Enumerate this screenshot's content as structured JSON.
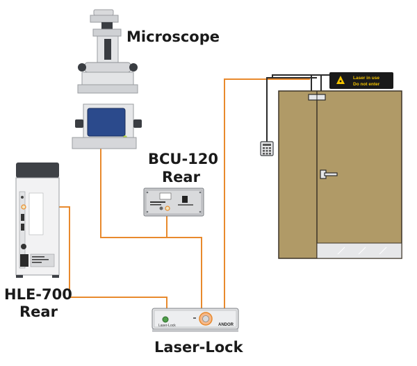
{
  "labels": {
    "microscope": "Microscope",
    "bcu_line1": "BCU-120",
    "bcu_line2": "Rear",
    "hle_line1": "HLE-700",
    "hle_line2": "Rear",
    "laser_lock": "Laser-Lock"
  },
  "sign": {
    "line1": "Laser in use",
    "line2": "Do not enter"
  },
  "device": {
    "front_label": "Laser-Lock",
    "brand": "ANDOR"
  },
  "colors": {
    "cable": "#e8892c",
    "door": "#b09a67",
    "sign": "#f5c400"
  }
}
